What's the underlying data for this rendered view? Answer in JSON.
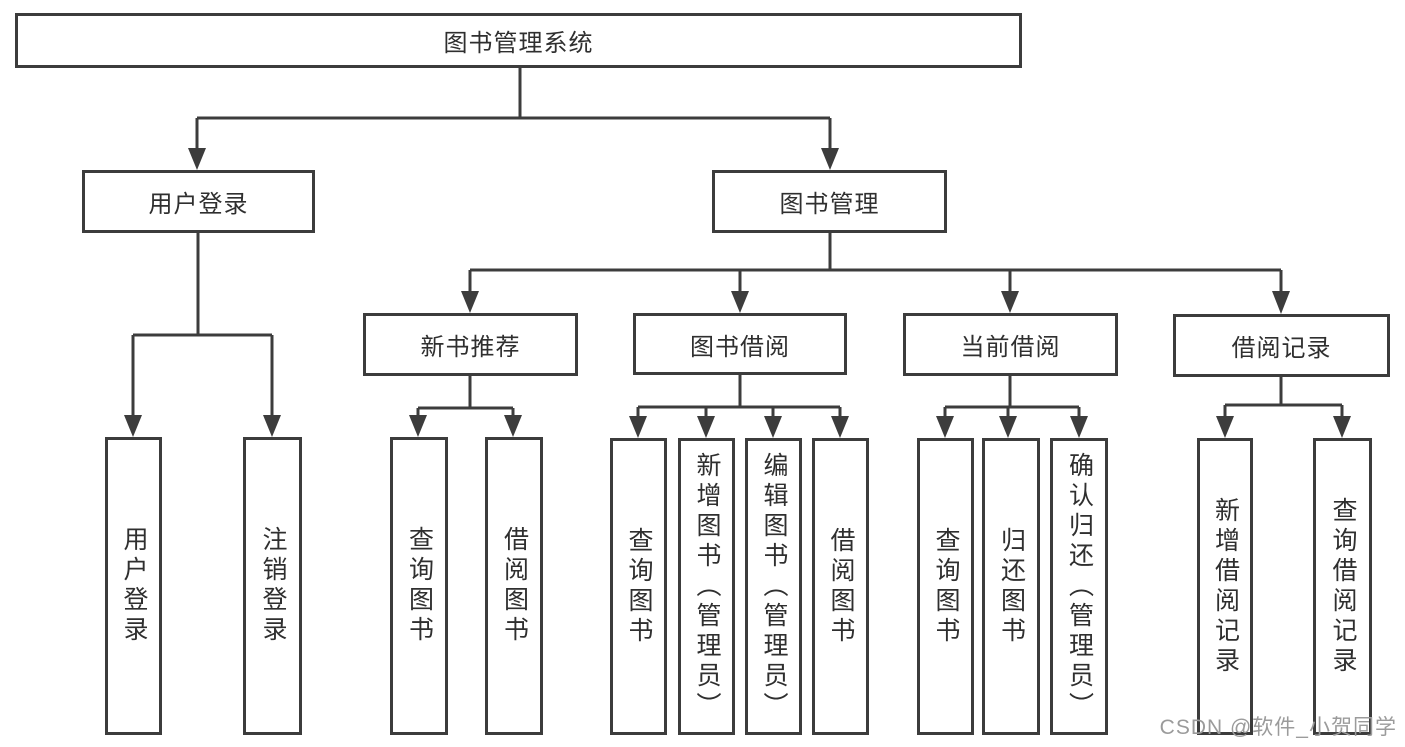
{
  "diagram": {
    "root": {
      "label": "图书管理系统"
    },
    "branches": [
      {
        "label": "用户登录",
        "children": [
          {
            "label": "用户登录"
          },
          {
            "label": "注销登录"
          }
        ]
      },
      {
        "label": "图书管理",
        "children": [
          {
            "label": "新书推荐",
            "children": [
              {
                "label": "查询图书"
              },
              {
                "label": "借阅图书"
              }
            ]
          },
          {
            "label": "图书借阅",
            "children": [
              {
                "label": "查询图书"
              },
              {
                "label": "新增图书（管理员）"
              },
              {
                "label": "编辑图书（管理员）"
              },
              {
                "label": "借阅图书"
              }
            ]
          },
          {
            "label": "当前借阅",
            "children": [
              {
                "label": "查询图书"
              },
              {
                "label": "归还图书"
              },
              {
                "label": "确认归还（管理员）"
              }
            ]
          },
          {
            "label": "借阅记录",
            "children": [
              {
                "label": "新增借阅记录"
              },
              {
                "label": "查询借阅记录"
              }
            ]
          }
        ]
      }
    ]
  },
  "watermark": {
    "text": "CSDN @软件_小贺同学"
  },
  "colors": {
    "line": "#3c3c3c",
    "text": "#2f2f2f",
    "watermark": "#9b9b9b",
    "background": "#ffffff"
  }
}
